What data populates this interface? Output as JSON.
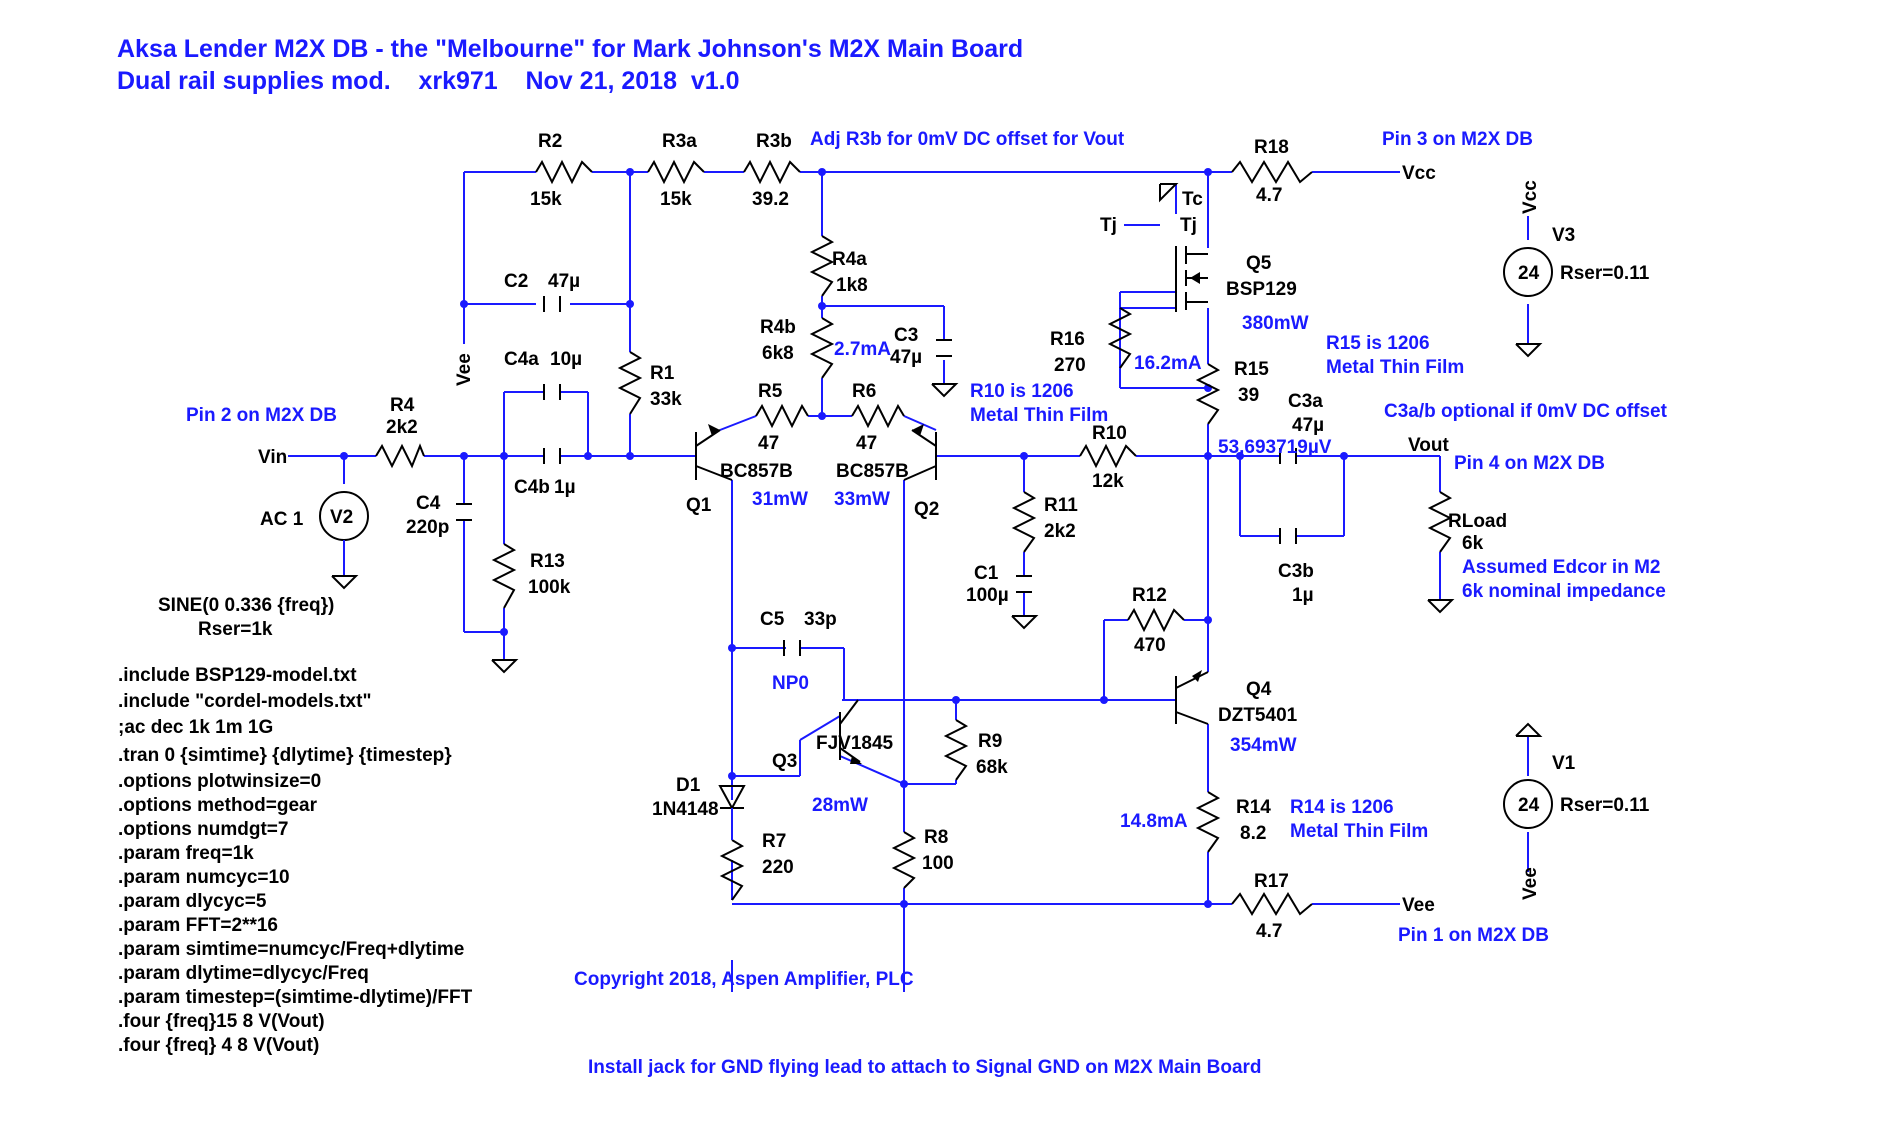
{
  "title": {
    "line1": "Aksa Lender M2X DB - the \"Melbourne\" for Mark Johnson's M2X Main Board",
    "line2": "Dual rail supplies mod.    xrk971    Nov 21, 2018  v1.0"
  },
  "notes": {
    "adj_r3b": "Adj R3b for 0mV DC offset for Vout",
    "pin3": "Pin 3 on M2X DB",
    "pin2": "Pin 2 on M2X DB",
    "pin4": "Pin 4 on M2X DB",
    "pin1": "Pin 1 on M2X DB",
    "r15_a": "R15 is 1206",
    "r15_b": "Metal Thin Film",
    "r10_a": "R10 is 1206",
    "r10_b": "Metal Thin Film",
    "r14_a": "R14 is 1206",
    "r14_b": "Metal Thin Film",
    "c3ab": "C3a/b optional if 0mV DC offset",
    "edcor_a": "Assumed Edcor in M2",
    "edcor_b": "6k nominal impedance",
    "copyright": "Copyright 2018, Aspen Amplifier, PLC",
    "install": "Install jack for GND flying lead to attach to Signal GND on M2X Main Board",
    "np0": "NP0"
  },
  "measurements": {
    "q1_power": "31mW",
    "q2_power": "33mW",
    "q3_power": "28mW",
    "q4_power": "354mW",
    "q5_power": "380mW",
    "i_r4": "2.7mA",
    "i_q5": "16.2mA",
    "i_q4": "14.8mA",
    "v_out": "53.693719µV"
  },
  "nets": {
    "vcc": "Vcc",
    "vee": "Vee",
    "vin": "Vin",
    "vout": "Vout",
    "tc": "Tc",
    "tj": "Tj"
  },
  "components": {
    "r2": {
      "name": "R2",
      "value": "15k"
    },
    "r3a": {
      "name": "R3a",
      "value": "15k"
    },
    "r3b": {
      "name": "R3b",
      "value": "39.2"
    },
    "r18": {
      "name": "R18",
      "value": "4.7"
    },
    "r4a": {
      "name": "R4a",
      "value": "1k8"
    },
    "r4b": {
      "name": "R4b",
      "value": "6k8"
    },
    "r1": {
      "name": "R1",
      "value": "33k"
    },
    "r4": {
      "name": "R4",
      "value": "2k2"
    },
    "r5": {
      "name": "R5",
      "value": "47"
    },
    "r6": {
      "name": "R6",
      "value": "47"
    },
    "r10": {
      "name": "R10",
      "value": "12k"
    },
    "r11": {
      "name": "R11",
      "value": "2k2"
    },
    "r12": {
      "name": "R12",
      "value": "470"
    },
    "r13": {
      "name": "R13",
      "value": "100k"
    },
    "r14": {
      "name": "R14",
      "value": "8.2"
    },
    "r15": {
      "name": "R15",
      "value": "39"
    },
    "r16": {
      "name": "R16",
      "value": "270"
    },
    "r17": {
      "name": "R17",
      "value": "4.7"
    },
    "r7": {
      "name": "R7",
      "value": "220"
    },
    "r8": {
      "name": "R8",
      "value": "100"
    },
    "r9": {
      "name": "R9",
      "value": "68k"
    },
    "rload": {
      "name": "RLoad",
      "value": "6k"
    },
    "c1": {
      "name": "C1",
      "value": "100µ"
    },
    "c2": {
      "name": "C2",
      "value": "47µ"
    },
    "c3": {
      "name": "C3",
      "value": "47µ"
    },
    "c3a": {
      "name": "C3a",
      "value": "47µ"
    },
    "c3b": {
      "name": "C3b",
      "value": "1µ"
    },
    "c4": {
      "name": "C4",
      "value": "220p"
    },
    "c4a": {
      "name": "C4a",
      "value": "10µ"
    },
    "c4b": {
      "name": "C4b",
      "value": "1µ"
    },
    "c5": {
      "name": "C5",
      "value": "33p"
    },
    "q1": {
      "name": "Q1",
      "model": "BC857B"
    },
    "q2": {
      "name": "Q2",
      "model": "BC857B"
    },
    "q3": {
      "name": "Q3",
      "model": "FJV1845"
    },
    "q4": {
      "name": "Q4",
      "model": "DZT5401"
    },
    "q5": {
      "name": "Q5",
      "model": "BSP129"
    },
    "d1": {
      "name": "D1",
      "model": "1N4148"
    },
    "v1": {
      "name": "V1",
      "value": "24",
      "rser": "Rser=0.11"
    },
    "v2": {
      "name": "V2",
      "ac": "AC 1",
      "sine": "SINE(0  0.336 {freq})",
      "rser": "Rser=1k"
    },
    "v3": {
      "name": "V3",
      "value": "24",
      "rser": "Rser=0.11"
    }
  },
  "spice": [
    ".include BSP129-model.txt",
    ".include \"cordel-models.txt\"",
    ";ac dec 1k 1m 1G",
    ".tran 0 {simtime} {dlytime} {timestep}",
    ".options plotwinsize=0",
    ".options method=gear",
    ".options numdgt=7",
    ".param freq=1k",
    ".param numcyc=10",
    ".param dlycyc=5",
    ".param FFT=2**16",
    ".param simtime=numcyc/Freq+dlytime",
    ".param dlytime=dlycyc/Freq",
    ".param timestep=(simtime-dlytime)/FFT",
    ".four {freq}15 8 V(Vout)",
    ".four {freq} 4 8 V(Vout)"
  ],
  "colors": {
    "wire": "#1a1aff",
    "symbol": "#000000",
    "background": "#ffffff"
  }
}
